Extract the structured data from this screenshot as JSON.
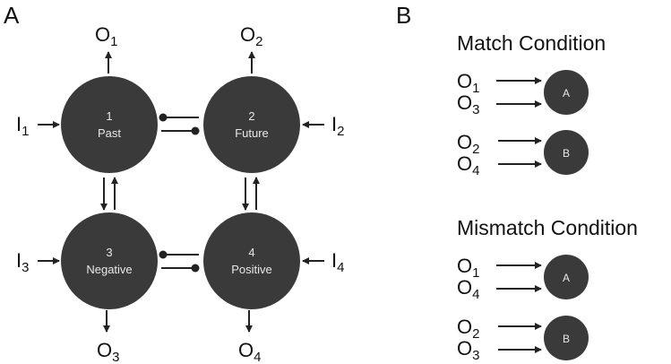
{
  "panels": {
    "a": "A",
    "b": "B"
  },
  "nodes": [
    {
      "num": "1",
      "label": "Past"
    },
    {
      "num": "2",
      "label": "Future"
    },
    {
      "num": "3",
      "label": "Negative"
    },
    {
      "num": "4",
      "label": "Positive"
    }
  ],
  "outputs": [
    {
      "base": "O",
      "sub": "1"
    },
    {
      "base": "O",
      "sub": "2"
    },
    {
      "base": "O",
      "sub": "3"
    },
    {
      "base": "O",
      "sub": "4"
    }
  ],
  "inputs": [
    {
      "base": "I",
      "sub": "1"
    },
    {
      "base": "I",
      "sub": "2"
    },
    {
      "base": "I",
      "sub": "3"
    },
    {
      "base": "I",
      "sub": "4"
    }
  ],
  "match": {
    "title": "Match Condition",
    "groups": [
      {
        "target": "A",
        "rows": [
          {
            "base": "O",
            "sub": "1"
          },
          {
            "base": "O",
            "sub": "3"
          }
        ]
      },
      {
        "target": "B",
        "rows": [
          {
            "base": "O",
            "sub": "2"
          },
          {
            "base": "O",
            "sub": "4"
          }
        ]
      }
    ]
  },
  "mismatch": {
    "title": "Mismatch Condition",
    "groups": [
      {
        "target": "A",
        "rows": [
          {
            "base": "O",
            "sub": "1"
          },
          {
            "base": "O",
            "sub": "4"
          }
        ]
      },
      {
        "target": "B",
        "rows": [
          {
            "base": "O",
            "sub": "2"
          },
          {
            "base": "O",
            "sub": "3"
          }
        ]
      }
    ]
  },
  "colors": {
    "node": "#3a3a3a",
    "arrow": "#222222",
    "text_light": "#e8e8e8"
  }
}
